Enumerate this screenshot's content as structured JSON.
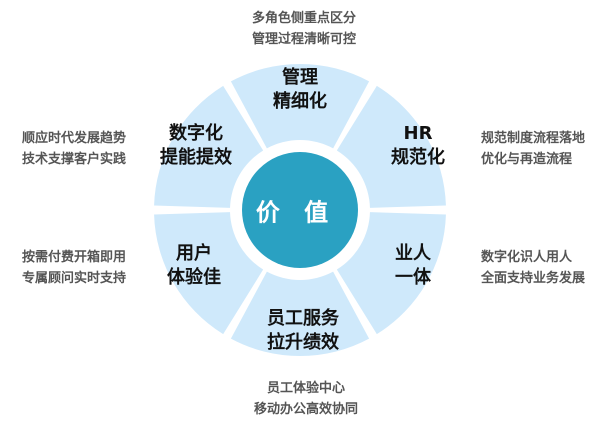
{
  "diagram": {
    "center_text": "价 值",
    "segments": [
      {
        "label": "管理\n精细化"
      },
      {
        "label": "HR\n规范化"
      },
      {
        "label": "业人\n一体"
      },
      {
        "label": "员工服务\n拉升绩效"
      },
      {
        "label": "用户\n体验佳"
      },
      {
        "label": "数字化\n提能提效"
      }
    ],
    "notes": [
      {
        "text": "多角色侧重点区分\n管理过程清晰可控"
      },
      {
        "text": "规范制度流程落地\n优化与再造流程"
      },
      {
        "text": "数字化识人用人\n全面支持业务发展"
      },
      {
        "text": "员工体验中心\n移动办公高效协同"
      },
      {
        "text": "按需付费开箱即用\n专属顾问实时支持"
      },
      {
        "text": "顺应时代发展趋势\n技术支撑客户实践"
      }
    ],
    "colors": {
      "ring": "#cfe9fb",
      "center": "#2aa1c2",
      "gap": "#ffffff"
    }
  }
}
